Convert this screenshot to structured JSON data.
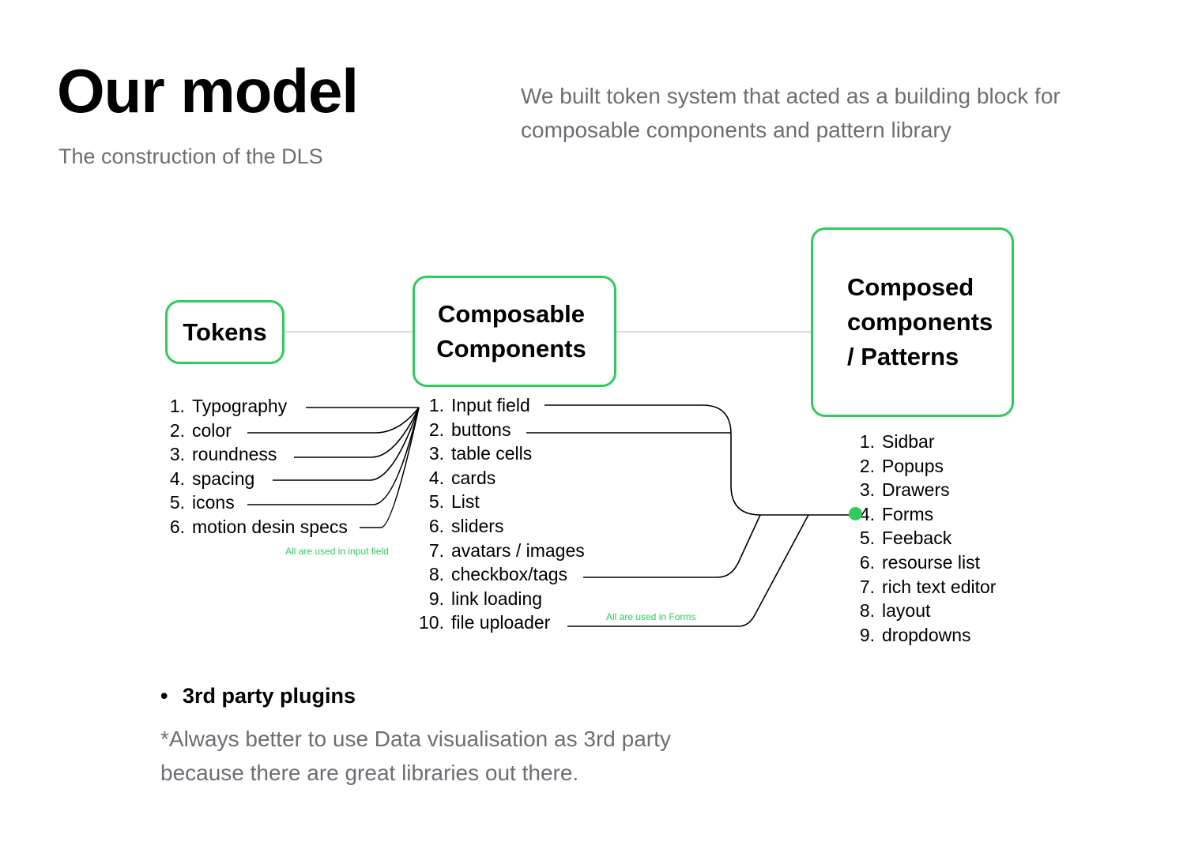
{
  "header": {
    "title": "Our model",
    "subtitle": "The construction of the DLS",
    "intro": "We built token system that acted as a building block for composable components and pattern library"
  },
  "columns": {
    "tokens": {
      "title": "Tokens",
      "items": [
        "Typography",
        "color",
        "roundness",
        "spacing",
        "icons",
        "motion desin specs"
      ],
      "note": "All are used in input field"
    },
    "composable": {
      "title_line1": "Composable",
      "title_line2": "Components",
      "items": [
        "Input field",
        "buttons",
        "table cells",
        "cards",
        "List",
        "sliders",
        "avatars / images",
        "checkbox/tags",
        "link loading",
        "file uploader"
      ],
      "note": "All are used in Forms"
    },
    "composed": {
      "title_line1": "Composed",
      "title_line2": "components",
      "title_line3": "/ Patterns",
      "items": [
        "Sidbar",
        "Popups",
        "Drawers",
        "Forms",
        "Feeback",
        "resourse list",
        "rich text editor",
        "layout",
        "dropdowns"
      ]
    }
  },
  "footer": {
    "bullet": "•",
    "plugins_title": "3rd party plugins",
    "plugins_note": "*Always better to use Data visualisation as 3rd party because there are great libraries out there."
  },
  "colors": {
    "accent": "#2ecc5b",
    "muted_text": "#6b6f74",
    "connector": "#000000",
    "box_link": "#d9d9d9"
  }
}
